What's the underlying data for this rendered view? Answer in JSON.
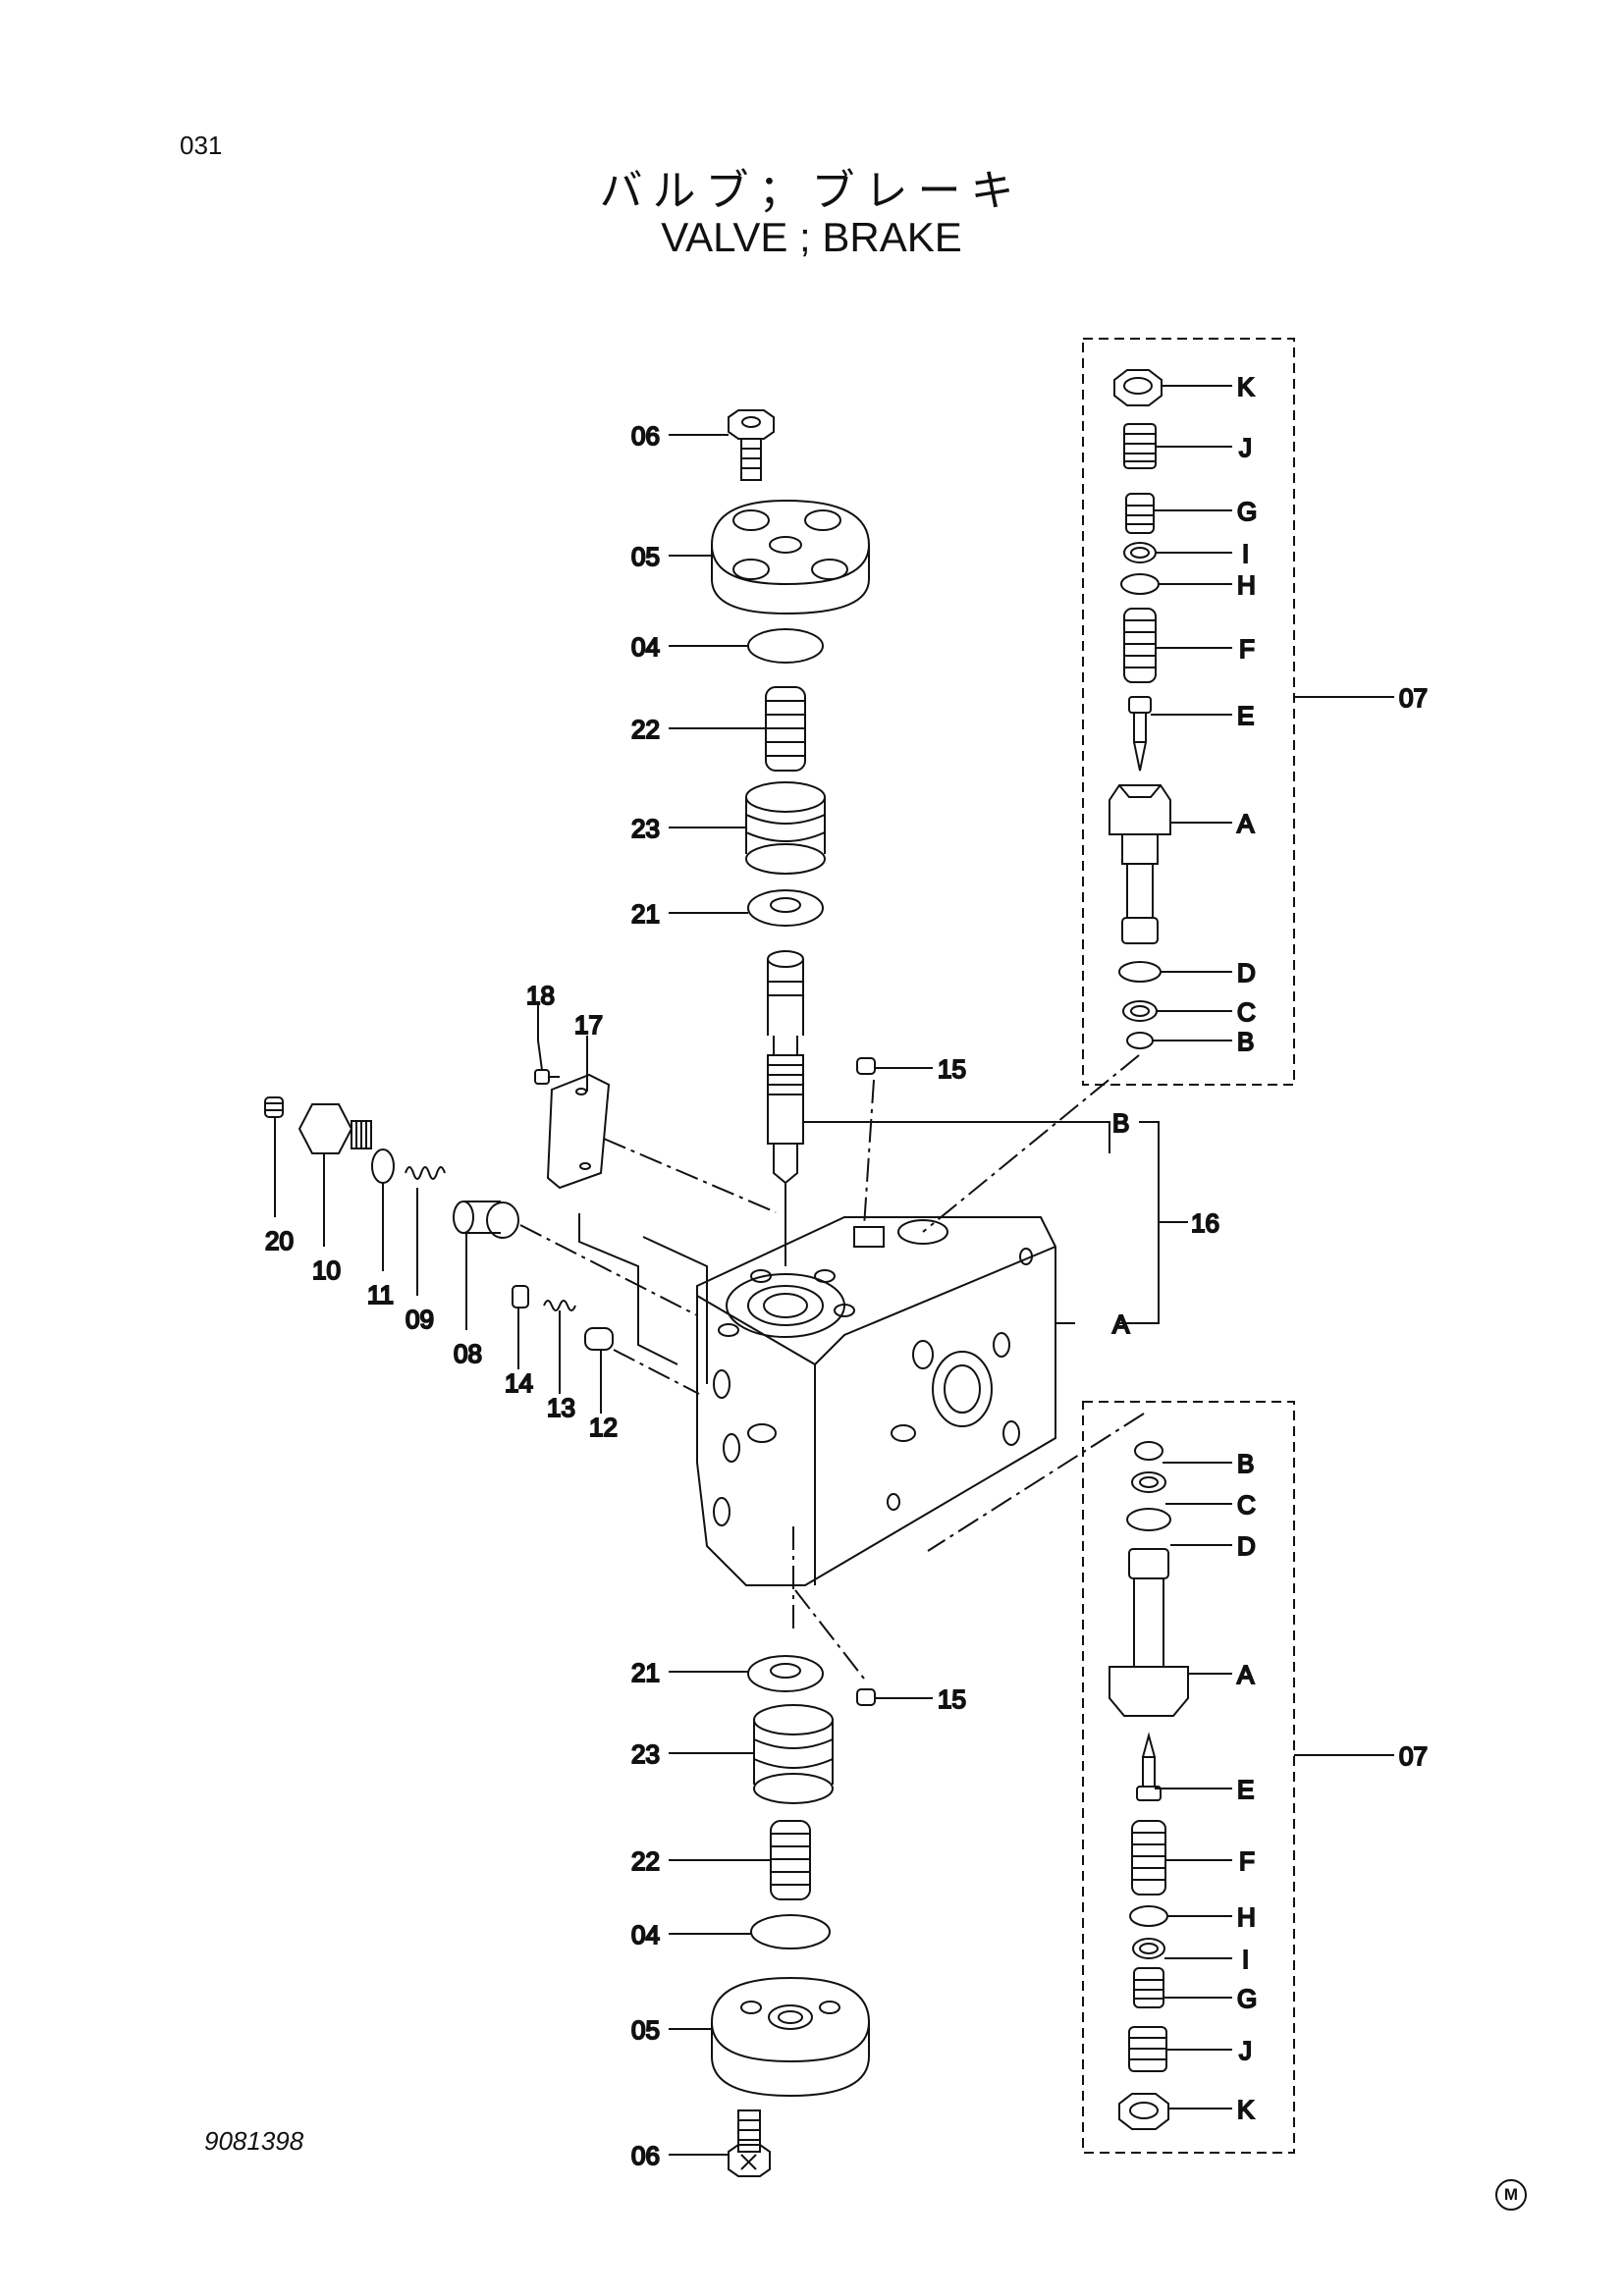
{
  "header": {
    "page_number": "031",
    "title_jp": "バルブ；ブレーキ",
    "title_en": "VALVE ; BRAKE"
  },
  "footer": {
    "drawing_number": "9081398",
    "mark": "M"
  },
  "labels": {
    "p06": "06",
    "p05": "05",
    "p04": "04",
    "p22": "22",
    "p23": "23",
    "p21": "21",
    "p18": "18",
    "p17": "17",
    "p15": "15",
    "p20": "20",
    "p10": "10",
    "p11": "11",
    "p09": "09",
    "p08": "08",
    "p14": "14",
    "p13": "13",
    "p12": "12",
    "p16": "16",
    "p07": "07",
    "K": "K",
    "J": "J",
    "G": "G",
    "I": "I",
    "H": "H",
    "F": "F",
    "E": "E",
    "A": "A",
    "D": "D",
    "C": "C",
    "B": "B"
  }
}
